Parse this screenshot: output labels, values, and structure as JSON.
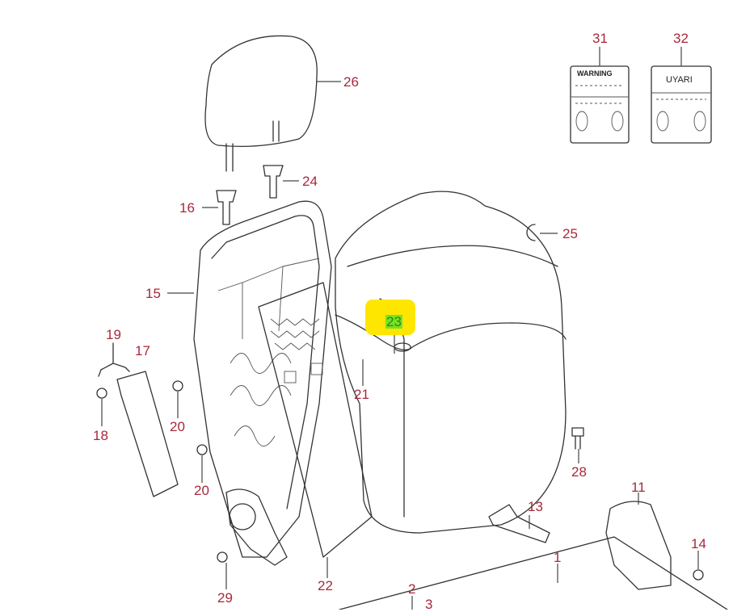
{
  "diagram": {
    "highlight_color": "#ffe600",
    "label_color": "#a8283c",
    "highlighted_part": "23",
    "labels": {
      "p1": "1",
      "p2": "2",
      "p3": "3",
      "p11": "11",
      "p13": "13",
      "p14": "14",
      "p15": "15",
      "p16": "16",
      "p17": "17",
      "p18": "18",
      "p19": "19",
      "p20a": "20",
      "p20b": "20",
      "p21": "21",
      "p22": "22",
      "p23": "23",
      "p24": "24",
      "p25": "25",
      "p26": "26",
      "p28": "28",
      "p29": "29",
      "p31": "31",
      "p32": "32"
    },
    "stickers": {
      "warning": "WARNING",
      "uyari": "UYARI"
    }
  }
}
